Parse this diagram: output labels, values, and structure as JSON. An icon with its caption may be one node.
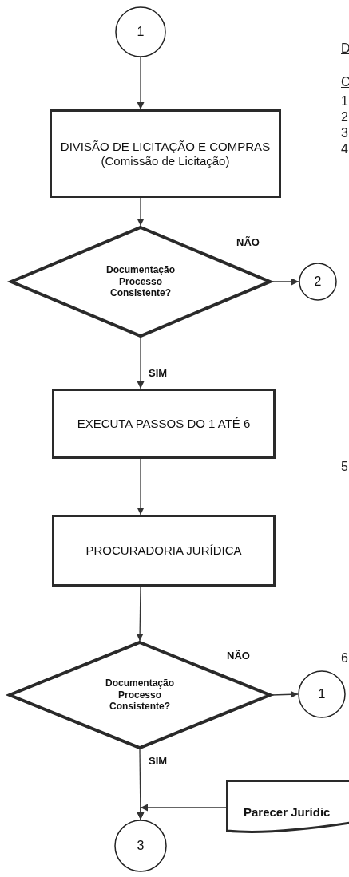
{
  "diagram": {
    "nodes": [
      {
        "text": [
          "1"
        ]
      },
      {
        "text": [
          "DIVISÃO DE LICITAÇÃO E COMPRAS",
          "(Comissão de Licitação)"
        ]
      },
      {
        "text": [
          "Documentação Processo Consistente?"
        ]
      },
      {
        "text": [
          "2"
        ]
      },
      {
        "text": [
          "EXECUTA PASSOS DO 1 ATÉ 6"
        ]
      },
      {
        "text": [
          "PROCURADORIA JURÍDICA"
        ]
      },
      {
        "text": [
          "Documentação Processo Consistente?"
        ]
      },
      {
        "text": [
          "1"
        ]
      },
      {
        "text": [
          "Parecer Jurídic"
        ]
      },
      {
        "text": [
          "3"
        ]
      }
    ],
    "edges": [
      {
        "from": 0,
        "to": 1,
        "arrow": "to"
      },
      {
        "from": 1,
        "to": 2,
        "arrow": "to"
      },
      {
        "from": 2,
        "to": 3,
        "arrow": "to",
        "label": "NÃO"
      },
      {
        "from": 2,
        "to": 4,
        "arrow": "to",
        "label": "SIM"
      },
      {
        "from": 4,
        "to": 5,
        "arrow": "to"
      },
      {
        "from": 5,
        "to": 6,
        "arrow": "to"
      },
      {
        "from": 6,
        "to": 7,
        "arrow": "to",
        "label": "NÃO"
      },
      {
        "from": 6,
        "to": 9,
        "arrow": "to",
        "label": "SIM"
      },
      {
        "from": 8,
        "to": 9,
        "arrow": "to"
      }
    ],
    "labels": [
      "D",
      "C",
      "1",
      "2",
      "3",
      "4",
      "5",
      "6"
    ]
  }
}
